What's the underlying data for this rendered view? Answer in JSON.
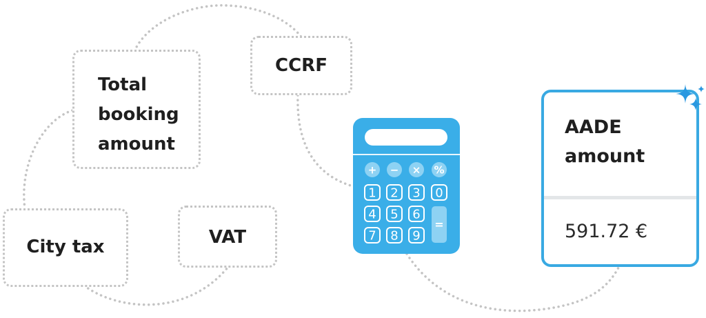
{
  "inputs": {
    "total_booking_amount": "Total\nbooking\namount",
    "ccrf": "CCRF",
    "city_tax": "City tax",
    "vat": "VAT"
  },
  "calculator": {
    "operator_keys": [
      "+",
      "−",
      "×",
      "%"
    ],
    "number_keys": [
      "1",
      "2",
      "3",
      "0",
      "4",
      "5",
      "6",
      "7",
      "8",
      "9"
    ],
    "equals_key": "="
  },
  "result": {
    "title": "AADE\namount",
    "value": "591.72 €"
  },
  "colors": {
    "accent": "#39a9e2",
    "calculator_body": "#3aaee8",
    "connector": "#c4c4c4",
    "sparkle": "#2a98e0"
  }
}
